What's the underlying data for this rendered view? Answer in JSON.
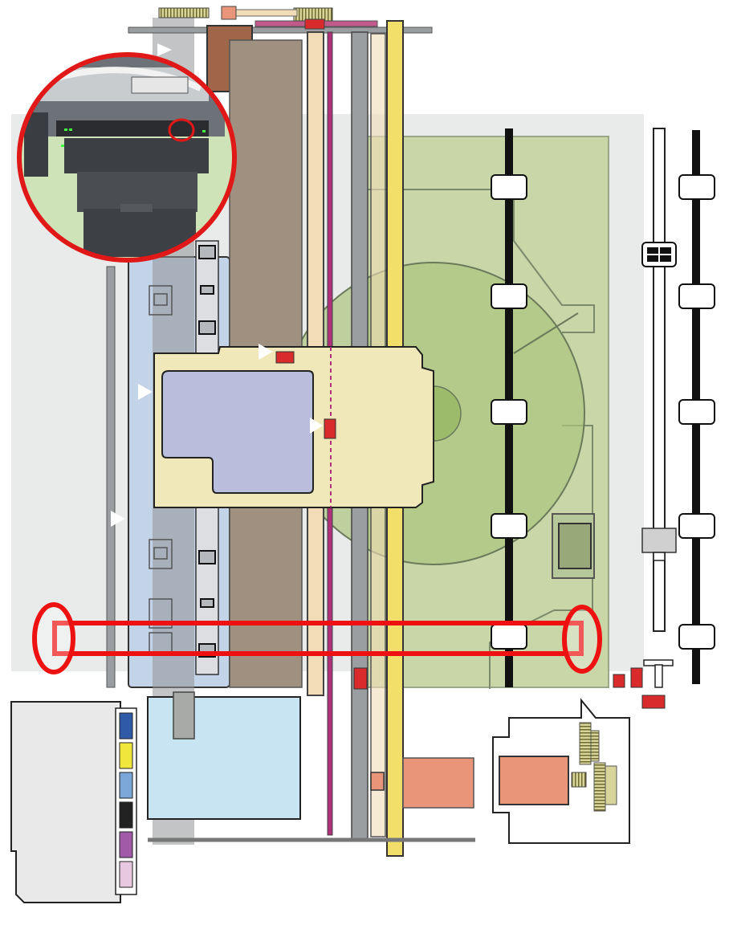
{
  "diagram": {
    "colors": {
      "background_panel": "#e9ebea",
      "green_region": "#c8d6a8",
      "green_disc": "#a9c57e",
      "blue_tray": "#c3d3e8",
      "brown_belt": "#a09080",
      "cream_carriage": "#f0e8b8",
      "lavender_window": "#b8bedc",
      "yellow_rail": "#f2df6a",
      "peach_rail": "#f2dcb8",
      "magenta_rail": "#b0307a",
      "gray_rail": "#9a9ea0",
      "red_marker": "#d92b2b",
      "red_outline": "#ee1111",
      "salmon_motor": "#e8957a",
      "light_blue_box": "#c8e4f2",
      "olive_gear": "#d8d49a"
    },
    "ink_cartridges": [
      {
        "name": "blue-ink",
        "color": "#2e5aa8"
      },
      {
        "name": "yellow-ink",
        "color": "#f0e63c"
      },
      {
        "name": "light-blue-ink",
        "color": "#7aa6d8"
      },
      {
        "name": "black-ink",
        "color": "#222222"
      },
      {
        "name": "purple-ink",
        "color": "#a05aa8"
      },
      {
        "name": "pink-ink",
        "color": "#e8c8e0"
      }
    ],
    "photo_inset": {
      "subject": "printer-photo",
      "ring_color": "#e01818"
    }
  }
}
